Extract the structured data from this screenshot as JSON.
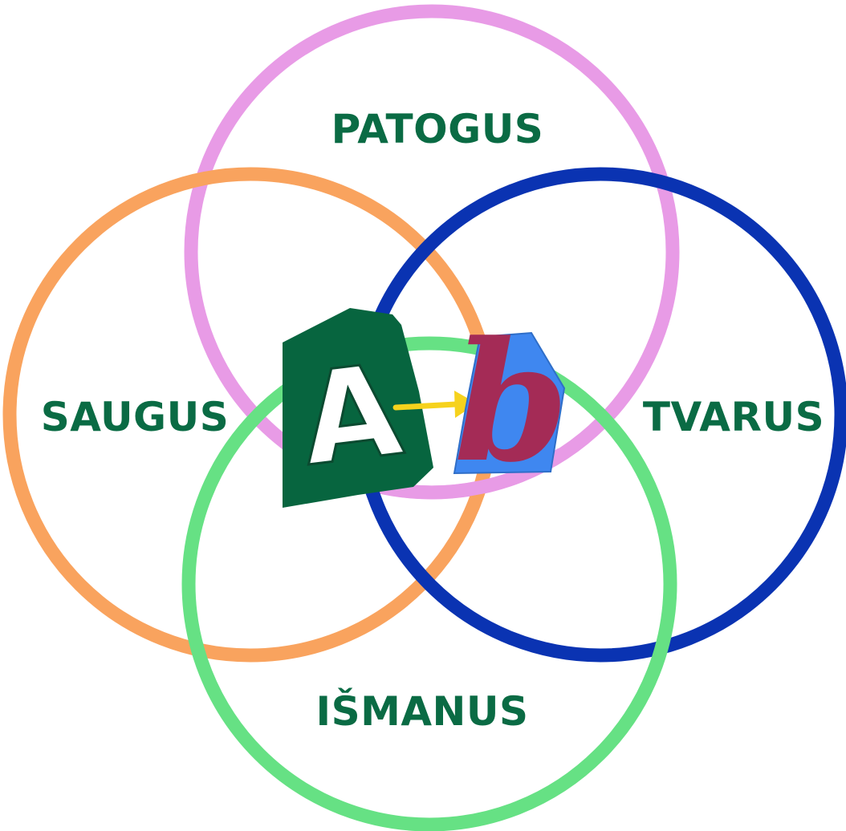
{
  "diagram": {
    "labels": {
      "top": "PATOGUS",
      "left": "SAUGUS",
      "right": "TVARUS",
      "bottom": "IŠMANUS"
    },
    "logo": {
      "letter_a": "A",
      "letter_b": "b"
    },
    "colors": {
      "text": "#0a6b44",
      "circle_top": "#e89be6",
      "circle_left": "#f9a35e",
      "circle_right": "#0a33b2",
      "circle_bottom": "#66e184",
      "logo_block": "#07653f",
      "logo_b_card": "#3f87f0",
      "logo_b_letter": "#a42b56",
      "arrow": "#f6d21d"
    },
    "icons": [
      "venn-circle",
      "arrow-right-icon"
    ]
  }
}
